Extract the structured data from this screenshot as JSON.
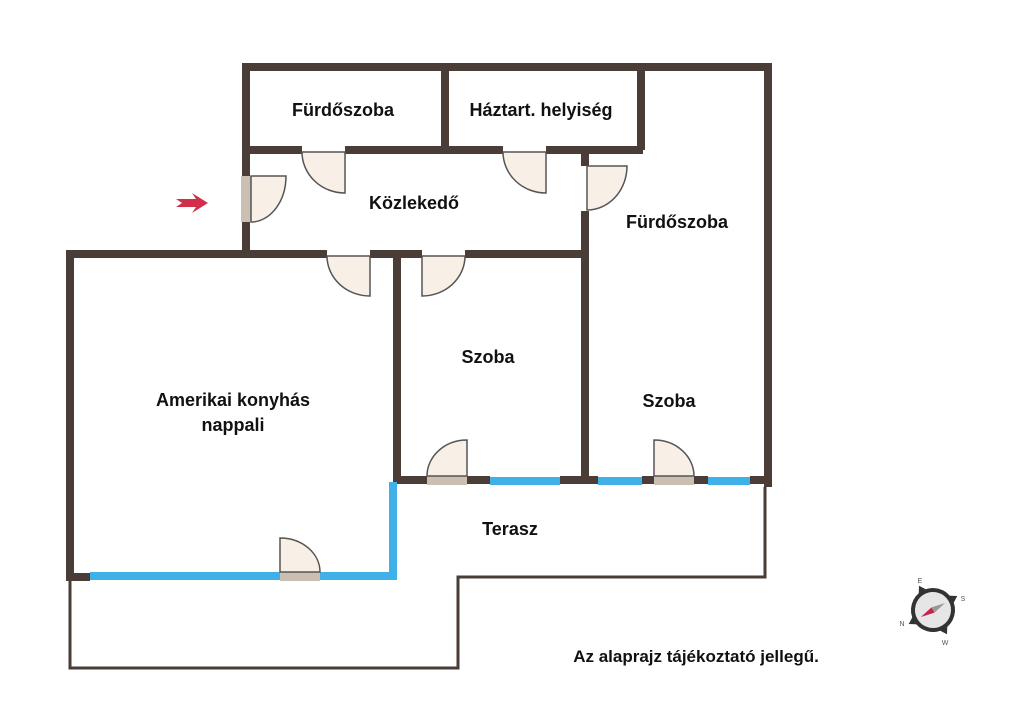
{
  "rooms": {
    "bathroom1": "Fürdőszoba",
    "utility": "Háztart. helyiség",
    "corridor": "Közlekedő",
    "bathroom2": "Fürdőszoba",
    "room1": "Szoba",
    "room2": "Szoba",
    "living_line1": "Amerikai konyhás",
    "living_line2": "nappali",
    "terrace": "Terasz"
  },
  "note": "Az alaprajz tájékoztató jellegű.",
  "compass": {
    "top": "E",
    "right": "S",
    "bottom": "W",
    "left": "N"
  },
  "colors": {
    "wall": "#4a3c36",
    "window": "#3fb0e8",
    "entrance_arrow": "#d0304a"
  }
}
